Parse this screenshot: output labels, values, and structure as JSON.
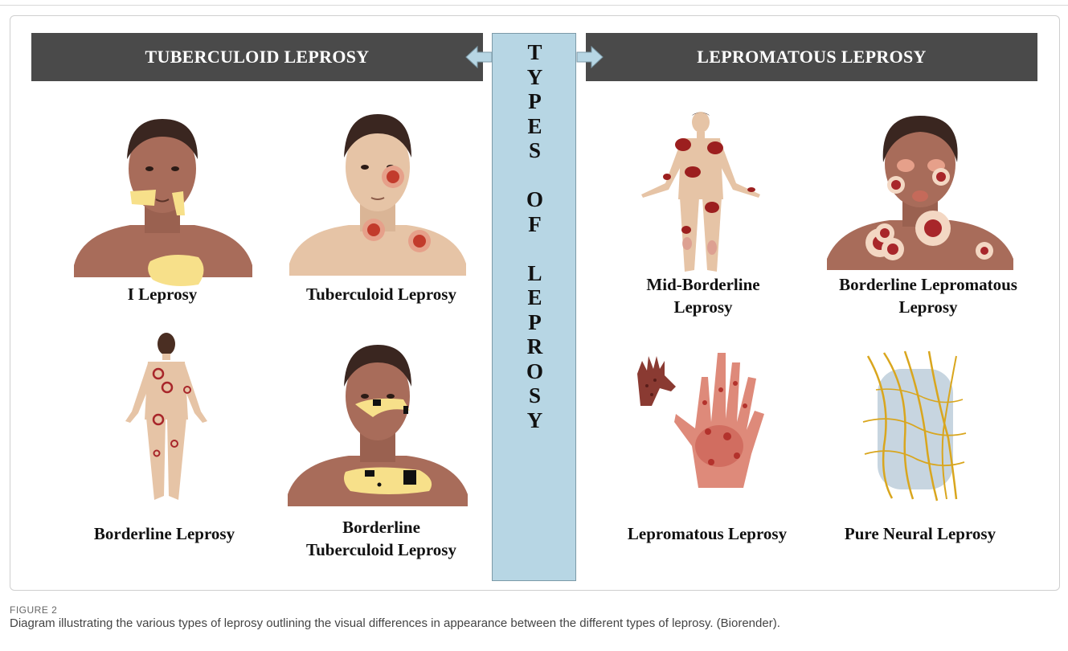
{
  "header": {
    "left_title": "TUBERCULOID LEPROSY",
    "right_title": "LEPROMATOUS LEPROSY"
  },
  "center": {
    "letters": [
      "T",
      "Y",
      "P",
      "E",
      "S",
      "",
      "O",
      "F",
      "",
      "L",
      "E",
      "P",
      "R",
      "O",
      "S",
      "Y"
    ]
  },
  "panels": {
    "i_leprosy": "I Leprosy",
    "tuberculoid": "Tuberculoid Leprosy",
    "borderline": "Borderline Leprosy",
    "borderline_tuberculoid_1": "Borderline",
    "borderline_tuberculoid_2": "Tuberculoid Leprosy",
    "mid_borderline_1": "Mid-Borderline",
    "mid_borderline_2": "Leprosy",
    "borderline_lepromatous_1": "Borderline Lepromatous",
    "borderline_lepromatous_2": "Leprosy",
    "lepromatous": "Lepromatous Leprosy",
    "pure_neural": "Pure Neural Leprosy"
  },
  "caption": {
    "figure": "FIGURE 2",
    "text": "Diagram illustrating the various types of leprosy outlining the visual differences in appearance between the different types of leprosy. (Biorender)."
  },
  "colors": {
    "banner": "#4a4a4a",
    "center_column": "#b7d6e4",
    "dark_skin": "#a86c5a",
    "light_skin": "#e6c4a6",
    "lesion_yellow": "#f7e08a",
    "lesion_red": "#b3322c"
  }
}
